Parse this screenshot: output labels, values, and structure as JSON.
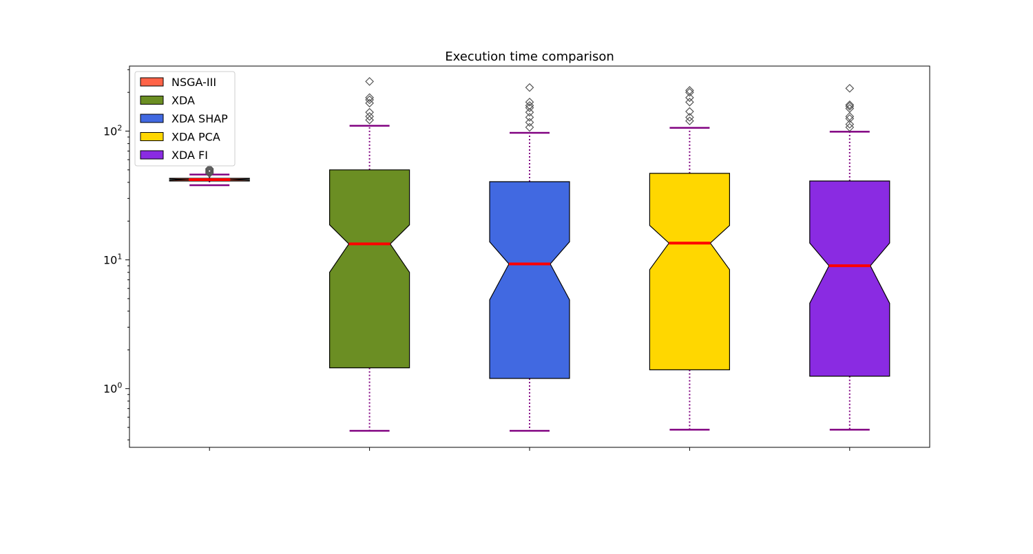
{
  "chart_data": {
    "type": "box",
    "title": "Execution time comparison",
    "xlabel": "",
    "ylabel": "",
    "yscale": "log",
    "ylim": [
      0.35,
      320
    ],
    "yticks": [
      {
        "value": 1,
        "base": "10",
        "exp": "0"
      },
      {
        "value": 10,
        "base": "10",
        "exp": "1"
      },
      {
        "value": 100,
        "base": "10",
        "exp": "2"
      }
    ],
    "grid": false,
    "legend_position": "top-left",
    "notched": true,
    "median_color": "#ff0000",
    "whisker_color": "#800080",
    "series": [
      {
        "name": "NSGA-III",
        "color": "#ff6347",
        "whisker_low": 38,
        "q1": 41,
        "median": 42,
        "q3": 43,
        "whisker_high": 46,
        "notch_low": 41.6,
        "notch_high": 42.4,
        "outliers": [
          47,
          48,
          49,
          50,
          51
        ]
      },
      {
        "name": "XDA",
        "color": "#6b8e23",
        "whisker_low": 0.47,
        "q1": 1.45,
        "median": 13.3,
        "q3": 50,
        "whisker_high": 110,
        "notch_low": 8.0,
        "notch_high": 18.7,
        "outliers": [
          122,
          130,
          140,
          165,
          175,
          182,
          243
        ]
      },
      {
        "name": "XDA SHAP",
        "color": "#4169e1",
        "whisker_low": 0.47,
        "q1": 1.2,
        "median": 9.3,
        "q3": 40.5,
        "whisker_high": 97,
        "notch_low": 4.9,
        "notch_high": 13.8,
        "outliers": [
          107,
          117,
          128,
          140,
          152,
          158,
          168,
          218
        ]
      },
      {
        "name": "XDA PCA",
        "color": "#ffd700",
        "whisker_low": 0.48,
        "q1": 1.4,
        "median": 13.5,
        "q3": 47,
        "whisker_high": 106,
        "notch_low": 8.4,
        "notch_high": 18.5,
        "outliers": [
          120,
          128,
          142,
          168,
          182,
          200,
          207
        ]
      },
      {
        "name": "XDA FI",
        "color": "#8a2be2",
        "whisker_low": 0.48,
        "q1": 1.25,
        "median": 9.0,
        "q3": 41,
        "whisker_high": 99,
        "notch_low": 4.6,
        "notch_high": 13.5,
        "outliers": [
          107,
          113,
          125,
          130,
          150,
          156,
          160,
          215
        ]
      }
    ]
  }
}
